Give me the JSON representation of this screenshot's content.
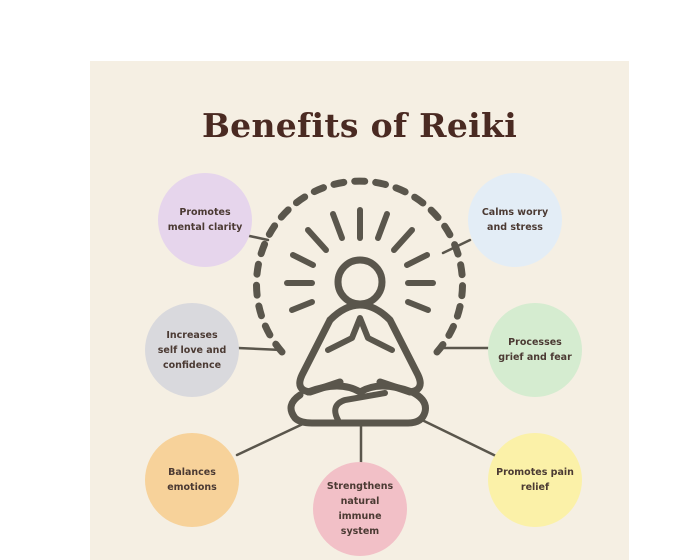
{
  "title": "Benefits of Reiki",
  "center_icon": "meditating-person-icon",
  "colors": {
    "background": "#f5efe3",
    "title": "#4a2a22",
    "icon_stroke": "#5a564c"
  },
  "benefits": [
    {
      "label": "Promotes mental clarity",
      "lines": [
        "Promotes",
        "mental clarity"
      ],
      "color": "#e6d5ec"
    },
    {
      "label": "Calms worry and stress",
      "lines": [
        "Calms worry",
        "and stress"
      ],
      "color": "#e3edf6"
    },
    {
      "label": "Increases self love and confidence",
      "lines": [
        "Increases",
        "self love and",
        "confidence"
      ],
      "color": "#d9d9dd"
    },
    {
      "label": "Processes grief and fear",
      "lines": [
        "Processes",
        "grief and fear"
      ],
      "color": "#d5ecd0"
    },
    {
      "label": "Balances emotions",
      "lines": [
        "Balances",
        "emotions"
      ],
      "color": "#f7d29a"
    },
    {
      "label": "Strengthens natural immune system",
      "lines": [
        "Strengthens",
        "natural immune",
        "system"
      ],
      "color": "#f2c0c7"
    },
    {
      "label": "Promotes pain relief",
      "lines": [
        "Promotes pain",
        "relief"
      ],
      "color": "#fbf1a8"
    }
  ]
}
